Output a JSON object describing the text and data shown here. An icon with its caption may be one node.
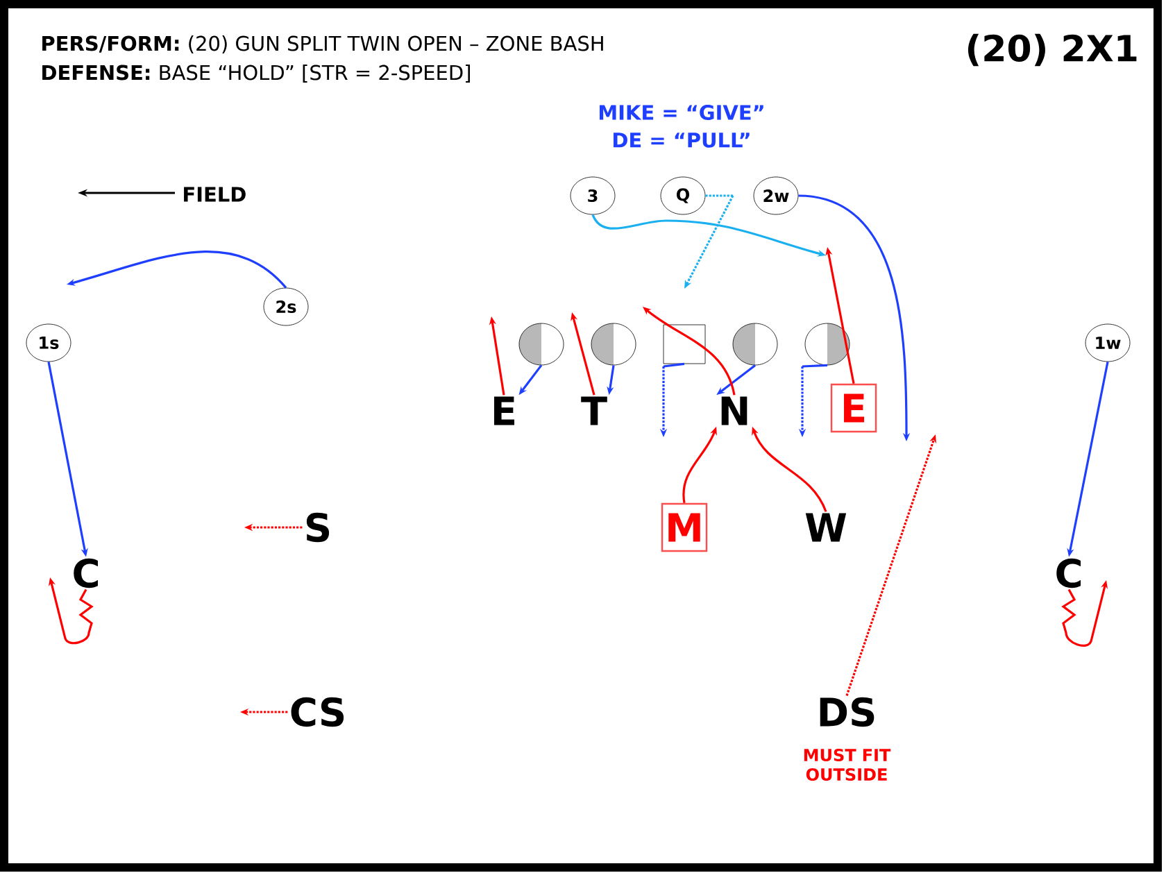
{
  "diagram": {
    "title": "(20) 2X1",
    "nodes": [
      {
        "text": [
          "3"
        ]
      },
      {
        "text": [
          "Q"
        ]
      },
      {
        "text": [
          "2w"
        ]
      },
      {
        "text": [
          "2s"
        ]
      },
      {
        "text": [
          "1s"
        ]
      },
      {
        "text": [
          "1w"
        ]
      },
      {
        "text": [],
        "shape": "circle"
      },
      {
        "text": [],
        "shape": "circle"
      },
      {
        "text": [],
        "shape": "box"
      },
      {
        "text": [],
        "shape": "circle"
      },
      {
        "text": [],
        "shape": "circle"
      },
      {
        "text": [
          "E"
        ]
      },
      {
        "text": [
          "T"
        ]
      },
      {
        "text": [
          "N"
        ]
      },
      {
        "text": [
          "E"
        ]
      },
      {
        "text": [
          "M"
        ]
      },
      {
        "text": [
          "W"
        ]
      },
      {
        "text": [
          "S"
        ]
      },
      {
        "text": [
          "C"
        ]
      },
      {
        "text": [
          "C"
        ]
      },
      {
        "text": [
          "CS"
        ]
      },
      {
        "text": [
          "DS"
        ],
        "beside": [
          "MUST FIT OUTSIDE"
        ]
      }
    ],
    "edges": [
      {
        "from": 0,
        "to": null,
        "arrow": "to",
        "color": "#1ab0f0"
      },
      {
        "from": 1,
        "to": null,
        "arrow": "to",
        "style": "dashed",
        "color": "#1ab0f0"
      },
      {
        "from": 2,
        "to": null,
        "arrow": "to",
        "color": "#1f3fff"
      },
      {
        "from": 3,
        "to": null,
        "arrow": "to",
        "color": "#1f3fff"
      },
      {
        "from": 4,
        "to": 18,
        "arrow": "to",
        "color": "#1f3fff"
      },
      {
        "from": 5,
        "to": 19,
        "arrow": "to",
        "color": "#1f3fff"
      },
      {
        "from": 6,
        "to": 11,
        "arrow": "to",
        "color": "#1f3fff"
      },
      {
        "from": 7,
        "to": 12,
        "arrow": "to",
        "color": "#1f3fff"
      },
      {
        "from": 8,
        "to": null,
        "arrow": "to",
        "style": "dashed",
        "color": "#1f3fff"
      },
      {
        "from": 9,
        "to": 13,
        "arrow": "to",
        "color": "#1f3fff"
      },
      {
        "from": 10,
        "to": null,
        "arrow": "to",
        "style": "dashed",
        "color": "#1f3fff"
      },
      {
        "from": 11,
        "to": null,
        "arrow": "to"
      },
      {
        "from": 12,
        "to": null,
        "arrow": "to"
      },
      {
        "from": 13,
        "to": null,
        "arrow": "to"
      },
      {
        "from": 14,
        "to": null,
        "arrow": "to"
      },
      {
        "from": 15,
        "to": 13,
        "arrow": "to"
      },
      {
        "from": 16,
        "to": 13,
        "arrow": "to"
      },
      {
        "from": 17,
        "to": null,
        "arrow": "to",
        "style": "dashed"
      },
      {
        "from": 18,
        "to": null,
        "arrow": "to"
      },
      {
        "from": 19,
        "to": null,
        "arrow": "to"
      },
      {
        "from": 20,
        "to": null,
        "arrow": "to",
        "style": "dashed"
      },
      {
        "from": 21,
        "to": null,
        "arrow": "to",
        "style": "dashed"
      }
    ],
    "labels": [
      "**PERS/FORM:** (20) GUN SPLIT TWIN OPEN – ZONE BASH",
      "**DEFENSE:** BASE “HOLD” [STR = 2-SPEED]",
      "MIKE = “GIVE”",
      "DE = “PULL”",
      "FIELD"
    ]
  }
}
